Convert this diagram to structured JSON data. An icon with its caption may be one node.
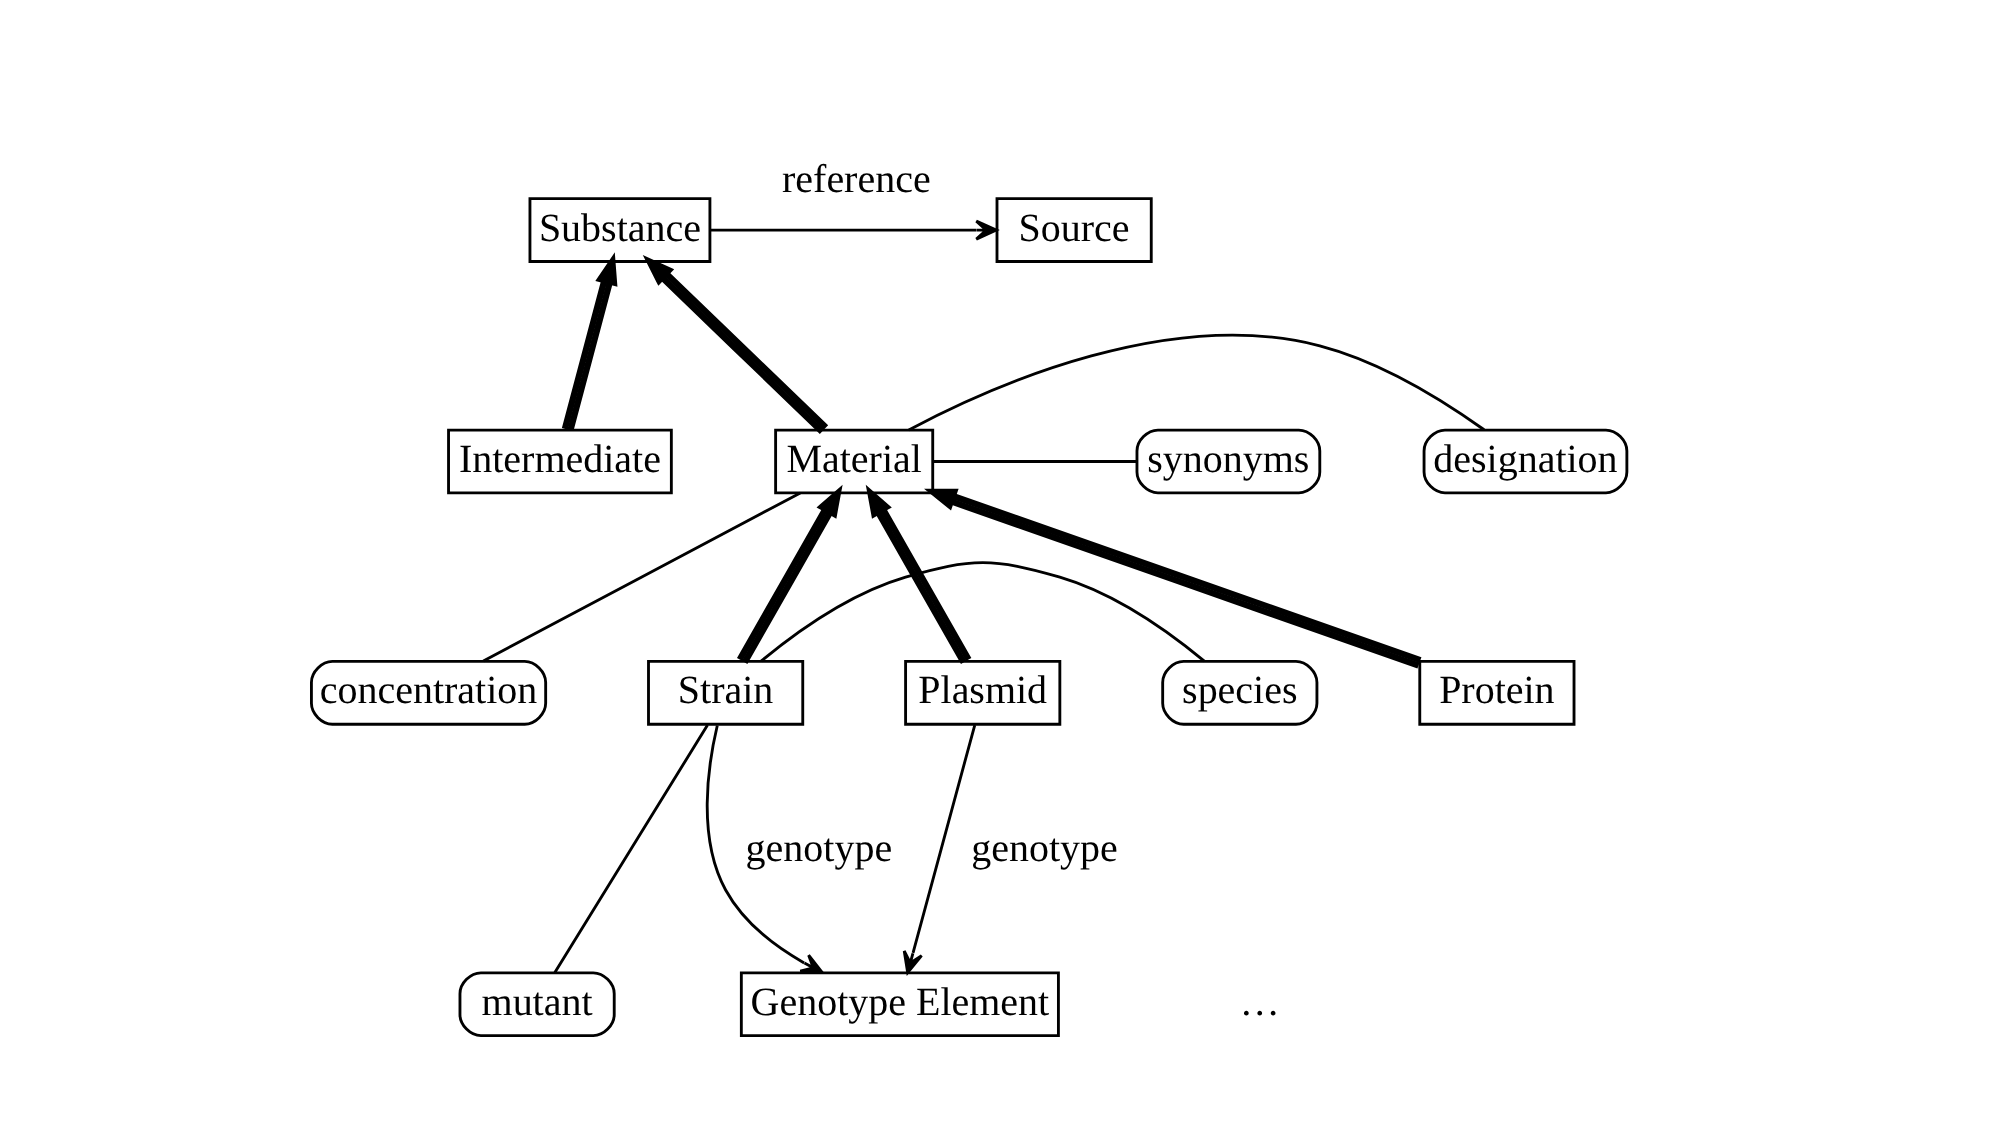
{
  "diagram": {
    "nodes": [
      {
        "text": [
          "Substance"
        ]
      },
      {
        "text": [
          "Source"
        ]
      },
      {
        "text": [
          "designation"
        ]
      },
      {
        "text": [
          "Intermediate"
        ]
      },
      {
        "text": [
          "Material"
        ]
      },
      {
        "text": [
          "synonyms"
        ]
      },
      {
        "text": [
          "species"
        ]
      },
      {
        "text": [
          "concentration"
        ]
      },
      {
        "text": [
          "Strain"
        ]
      },
      {
        "text": [
          "Plasmid"
        ]
      },
      {
        "text": [
          "Protein"
        ]
      },
      {
        "text": [
          "mutant"
        ]
      },
      {
        "text": [
          "Genotype Element"
        ]
      }
    ],
    "edges": [
      {
        "from": 0,
        "to": 1,
        "arrow": "to",
        "label": "reference"
      },
      {
        "from": 3,
        "to": 0,
        "arrow": "to",
        "style": "thick"
      },
      {
        "from": 4,
        "to": 0,
        "arrow": "to",
        "style": "thick"
      },
      {
        "from": 4,
        "to": 2,
        "arrow": "none"
      },
      {
        "from": 4,
        "to": 5,
        "arrow": "none"
      },
      {
        "from": 4,
        "to": 7,
        "arrow": "none"
      },
      {
        "from": 8,
        "to": 4,
        "arrow": "to",
        "style": "thick"
      },
      {
        "from": 9,
        "to": 4,
        "arrow": "to",
        "style": "thick"
      },
      {
        "from": 10,
        "to": 4,
        "arrow": "to",
        "style": "thick"
      },
      {
        "from": 8,
        "to": 6,
        "arrow": "none"
      },
      {
        "from": 8,
        "to": 11,
        "arrow": "none"
      },
      {
        "from": 8,
        "to": 12,
        "arrow": "to",
        "label": "genotype"
      },
      {
        "from": 9,
        "to": 12,
        "arrow": "to",
        "label": "genotype"
      }
    ],
    "labels": [
      "…"
    ]
  }
}
